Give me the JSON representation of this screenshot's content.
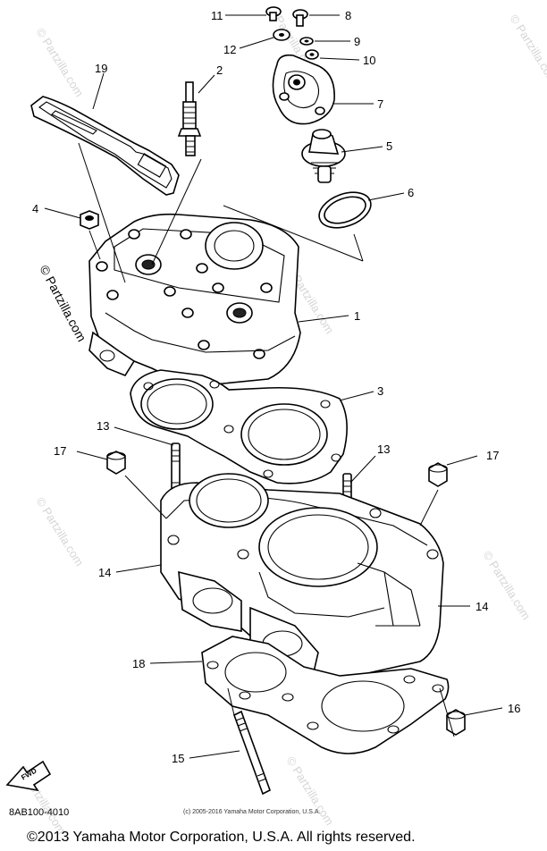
{
  "callouts": [
    {
      "num": "1",
      "part": "cylinder-head"
    },
    {
      "num": "2",
      "part": "spark-plug"
    },
    {
      "num": "3",
      "part": "head-gasket"
    },
    {
      "num": "4",
      "part": "nut"
    },
    {
      "num": "5",
      "part": "thermostat"
    },
    {
      "num": "6",
      "part": "o-ring"
    },
    {
      "num": "7",
      "part": "thermostat-cover"
    },
    {
      "num": "8",
      "part": "bolt"
    },
    {
      "num": "9",
      "part": "washer"
    },
    {
      "num": "10",
      "part": "washer"
    },
    {
      "num": "11",
      "part": "bolt"
    },
    {
      "num": "12",
      "part": "washer"
    },
    {
      "num": "13",
      "part": "stud-bolt"
    },
    {
      "num": "14",
      "part": "cylinder"
    },
    {
      "num": "15",
      "part": "stud-bolt"
    },
    {
      "num": "16",
      "part": "nut"
    },
    {
      "num": "17",
      "part": "nut"
    },
    {
      "num": "18",
      "part": "base-gasket"
    },
    {
      "num": "19",
      "part": "emblem"
    }
  ],
  "fwd_label": "FWD",
  "diagram_code": "8AB100-4010",
  "copyright_small": "(c) 2005-2016 Yamaha Motor Corporation, U.S.A.",
  "copyright_main": "©2013 Yamaha Motor Corporation, U.S.A. All rights reserved.",
  "watermark": "© Partzilla.com"
}
